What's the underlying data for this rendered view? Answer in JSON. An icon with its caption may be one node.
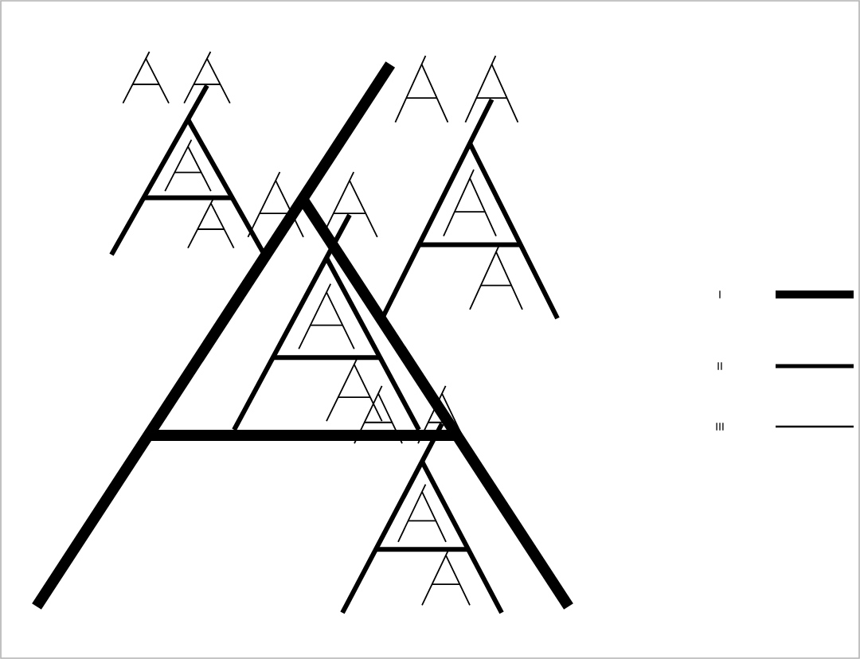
{
  "diagram": {
    "legend": [
      {
        "text": "I"
      },
      {
        "text": "II"
      },
      {
        "text": "III"
      }
    ]
  }
}
